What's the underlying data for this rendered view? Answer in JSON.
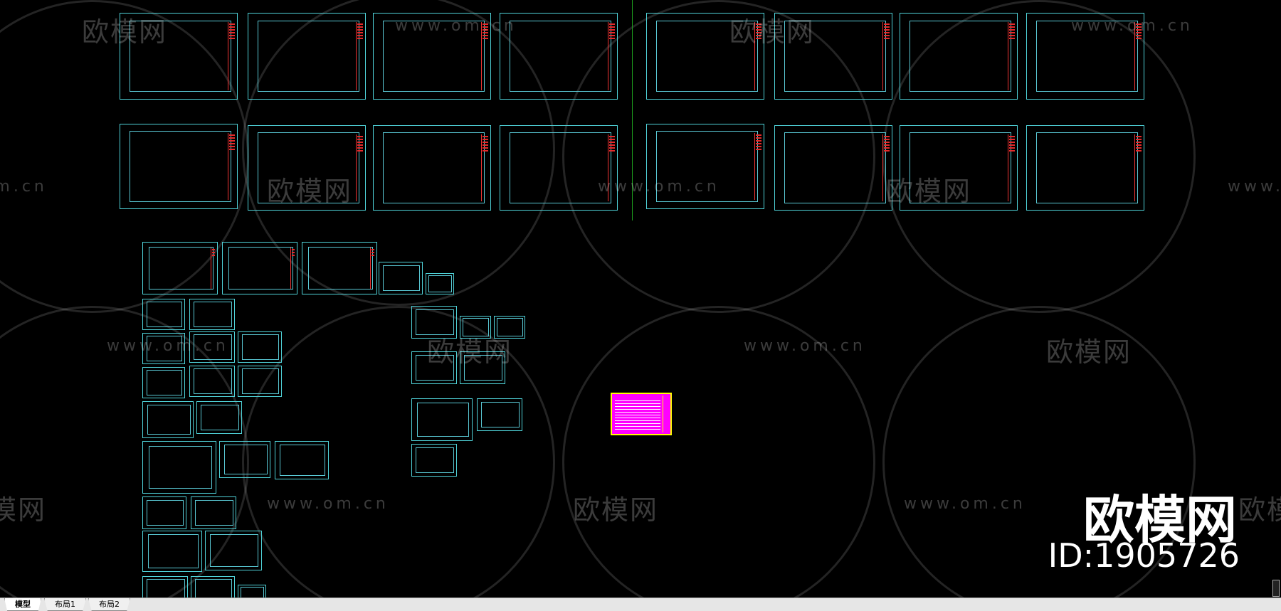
{
  "watermark": {
    "brand": "欧模网",
    "url": "www.om.cn"
  },
  "logo": {
    "name": "欧模网",
    "id_text": "ID:1905726"
  },
  "layout_tabs": [
    "模型",
    "布局1",
    "布局2"
  ],
  "active_tab": "模型",
  "colors": {
    "background": "#000000",
    "sheet_border": "#4fd2d8",
    "title_block": "#e52a2a",
    "table_sheet": "#ff00ff",
    "table_border": "#ffff00"
  }
}
